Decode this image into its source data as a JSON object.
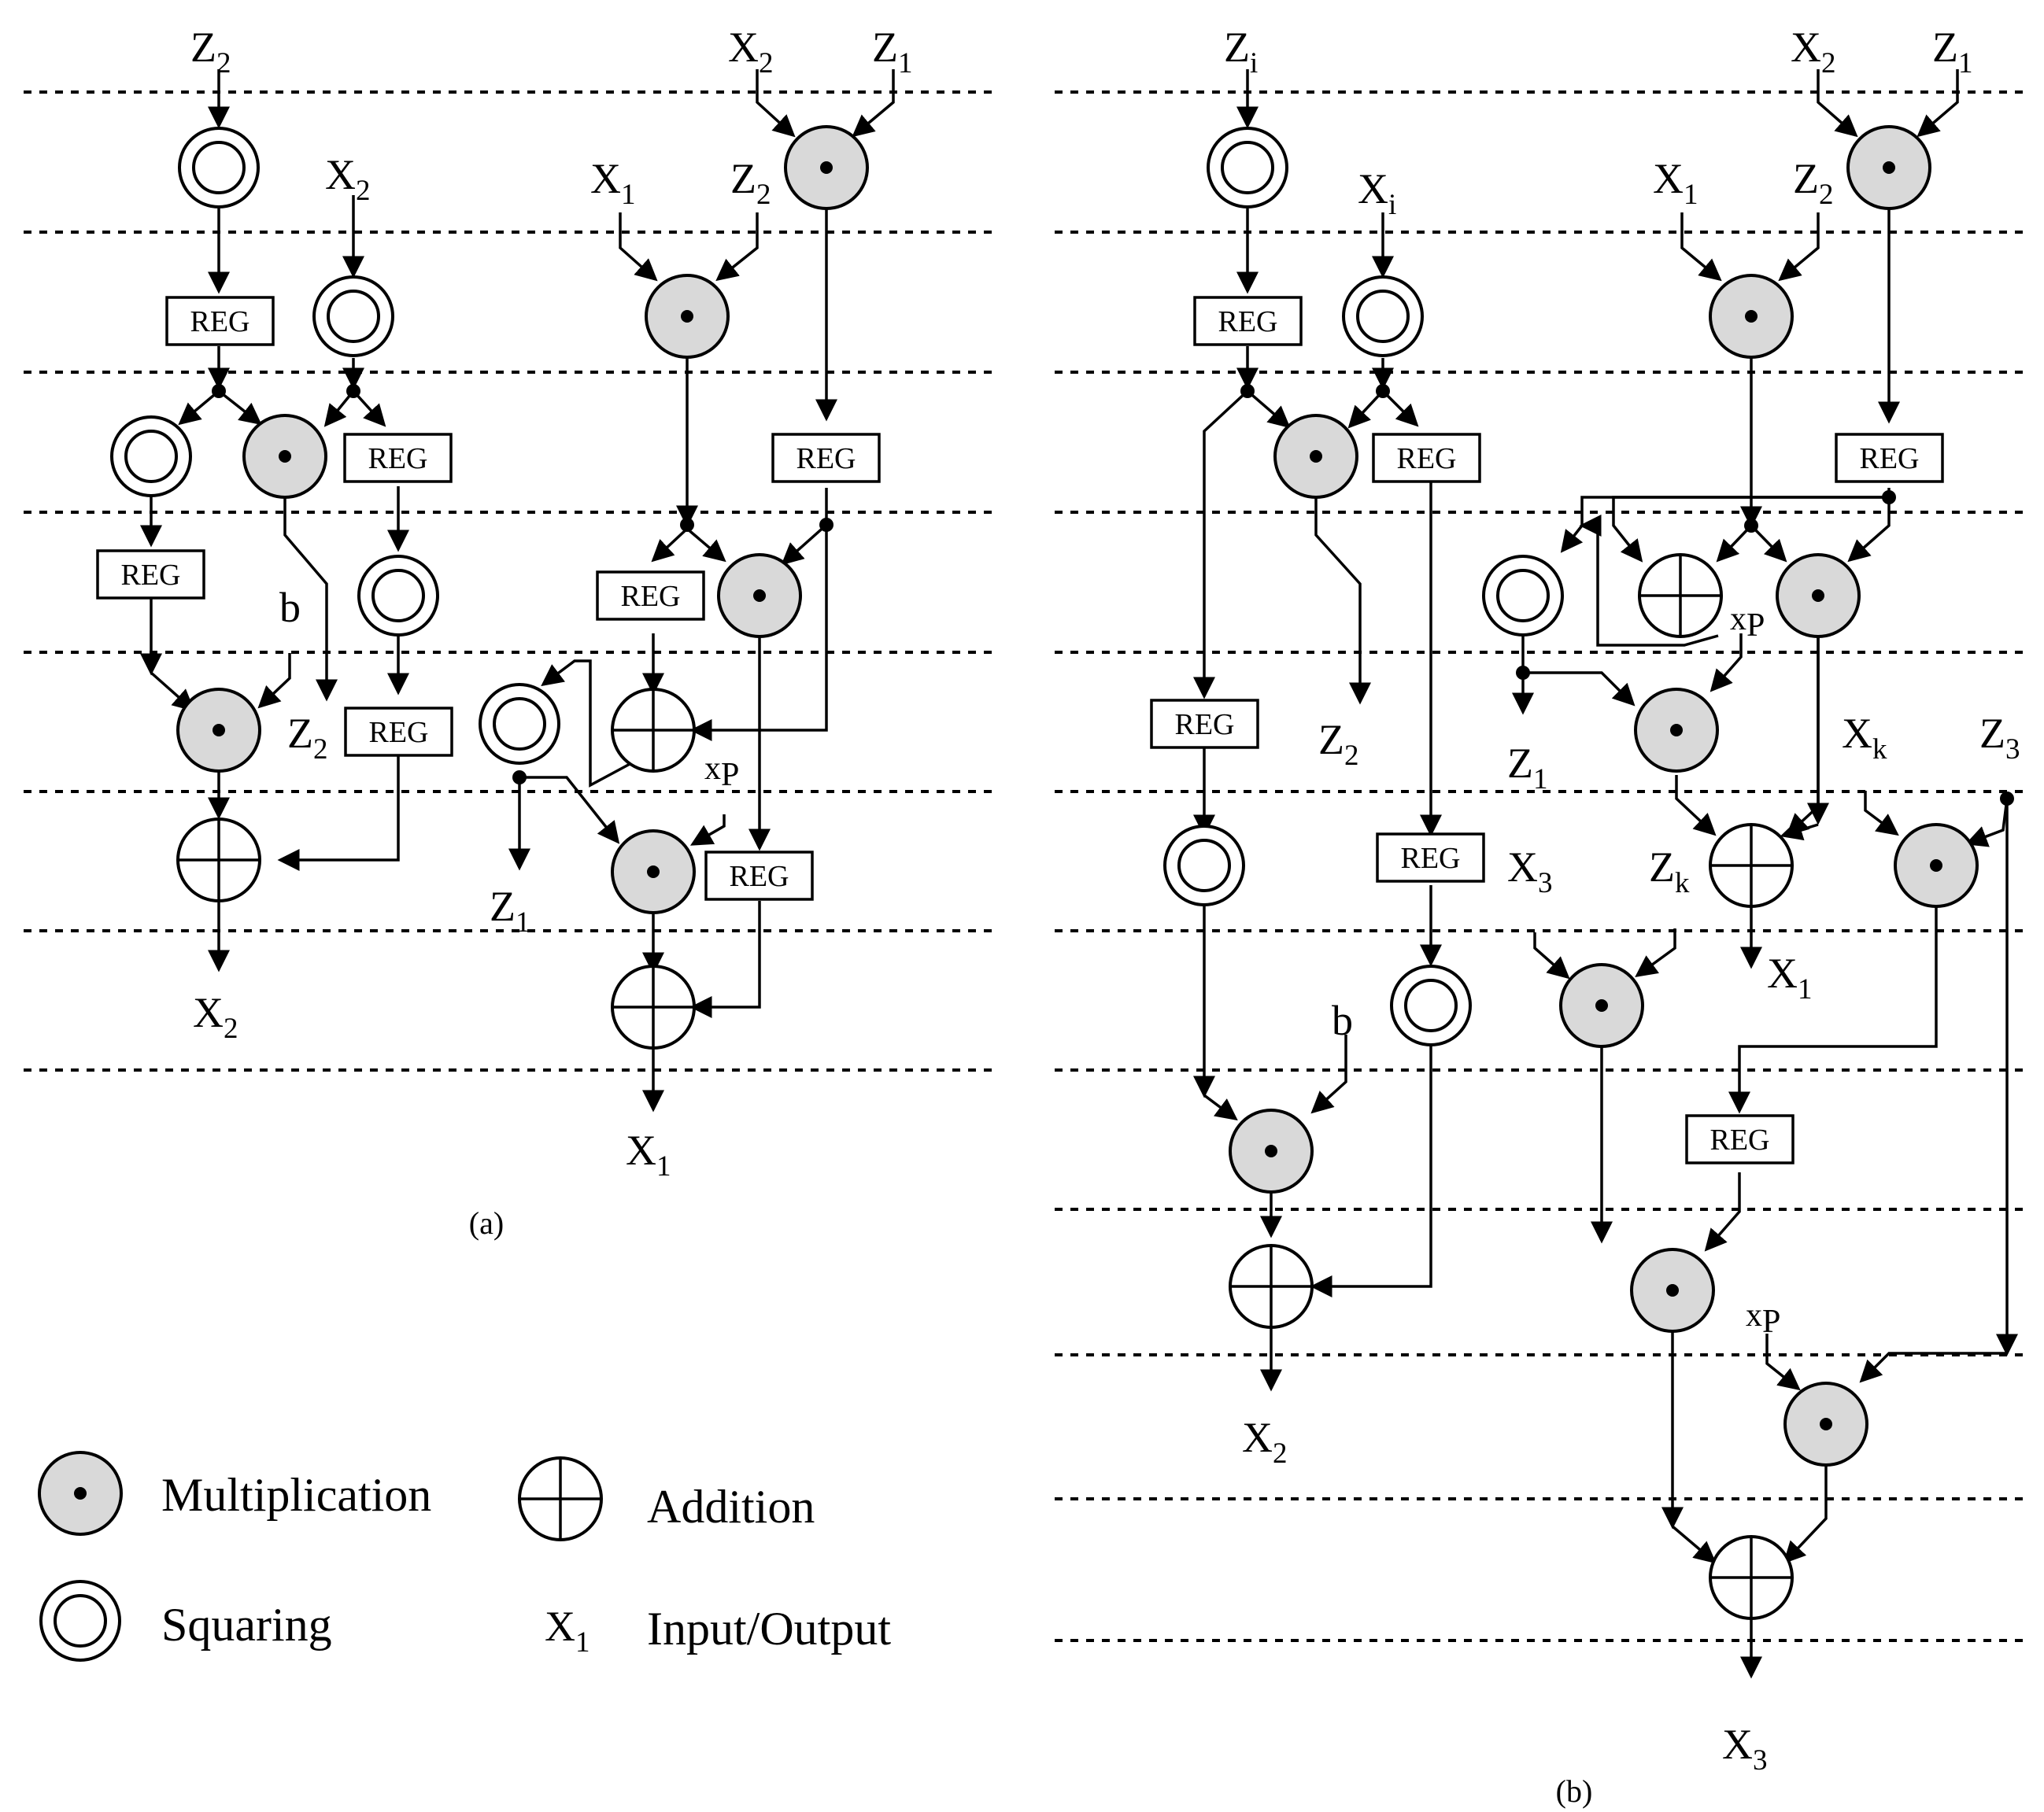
{
  "diagram_a": {
    "caption": "(a)",
    "reg_label": "REG",
    "inputs": {
      "z2_top": {
        "main": "Z",
        "sub": "2"
      },
      "x2_top": {
        "main": "X",
        "sub": "2"
      },
      "z1_top": {
        "main": "Z",
        "sub": "1"
      },
      "x2_mid": {
        "main": "X",
        "sub": "2"
      },
      "x1_in": {
        "main": "X",
        "sub": "1"
      },
      "z2_in": {
        "main": "Z",
        "sub": "2"
      },
      "b": {
        "main": "b",
        "sub": ""
      },
      "xp": {
        "main": "x",
        "sub": "P"
      }
    },
    "outputs": {
      "z2_out": {
        "main": "Z",
        "sub": "2"
      },
      "z1_out": {
        "main": "Z",
        "sub": "1"
      },
      "x2_out": {
        "main": "X",
        "sub": "2"
      },
      "x1_out": {
        "main": "X",
        "sub": "1"
      }
    }
  },
  "diagram_b": {
    "caption": "(b)",
    "reg_label": "REG",
    "inputs": {
      "zi": {
        "main": "Z",
        "sub": "i"
      },
      "xi": {
        "main": "X",
        "sub": "i"
      },
      "x2_top": {
        "main": "X",
        "sub": "2"
      },
      "z1_top": {
        "main": "Z",
        "sub": "1"
      },
      "x1_in": {
        "main": "X",
        "sub": "1"
      },
      "z2_in": {
        "main": "Z",
        "sub": "2"
      },
      "xp1": {
        "main": "x",
        "sub": "P"
      },
      "xk": {
        "main": "X",
        "sub": "k"
      },
      "z3": {
        "main": "Z",
        "sub": "3"
      },
      "x3": {
        "main": "X",
        "sub": "3"
      },
      "zk": {
        "main": "Z",
        "sub": "k"
      },
      "b": {
        "main": "b",
        "sub": ""
      },
      "xp2": {
        "main": "x",
        "sub": "P"
      }
    },
    "outputs": {
      "z2_out": {
        "main": "Z",
        "sub": "2"
      },
      "z1_out": {
        "main": "Z",
        "sub": "1"
      },
      "x1_out": {
        "main": "X",
        "sub": "1"
      },
      "x2_out": {
        "main": "X",
        "sub": "2"
      },
      "x3_out": {
        "main": "X",
        "sub": "3"
      }
    }
  },
  "legend": {
    "multiplication": "Multiplication",
    "addition": "Addition",
    "squaring": "Squaring",
    "io_symbol": {
      "main": "X",
      "sub": "1"
    },
    "io_label": "Input/Output"
  }
}
